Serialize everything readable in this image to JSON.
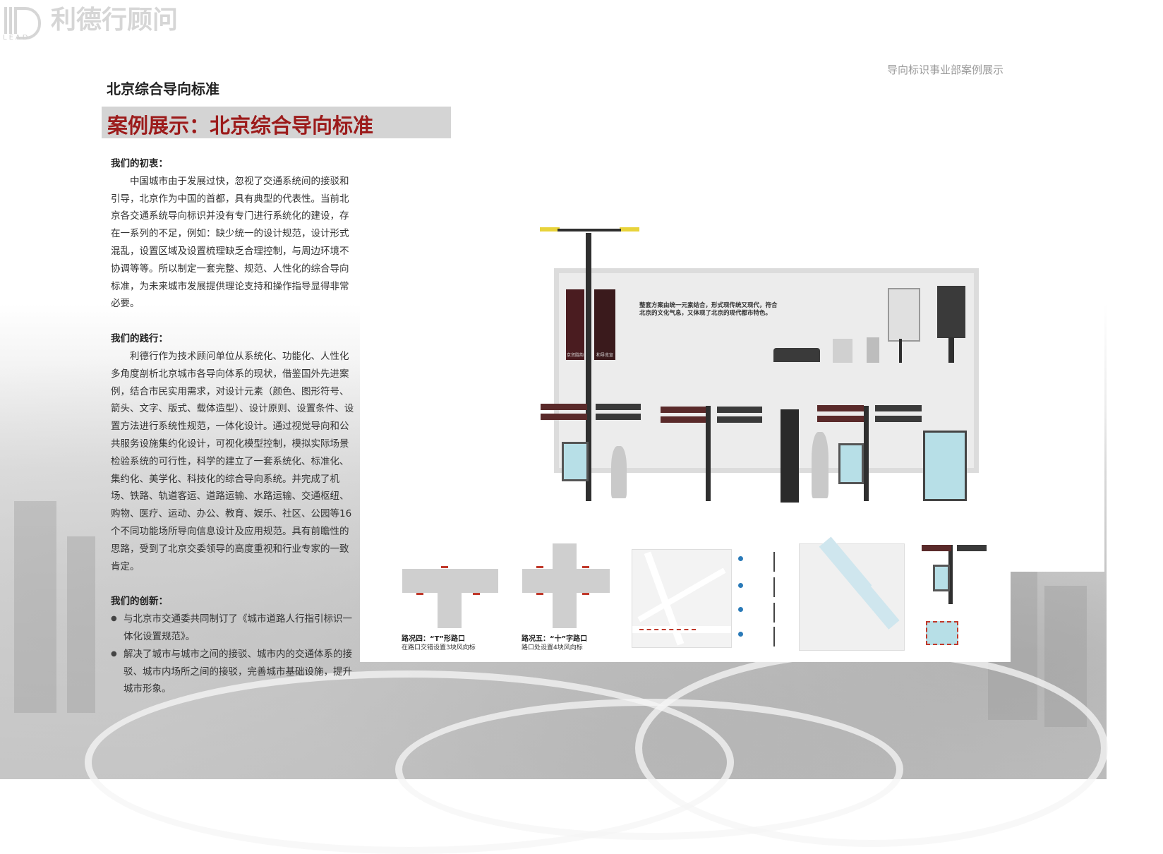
{
  "header": {
    "logo_letters": "LEAD",
    "logo_text": "利德行顾问",
    "section_label": "导向标识事业部案例展示"
  },
  "page_title": "北京综合导向标准",
  "banner_title": "案例展示：北京综合导向标准",
  "sections": {
    "intent": {
      "title": "我们的初衷：",
      "body": "中国城市由于发展过快，忽视了交通系统间的接驳和引导，北京作为中国的首都，具有典型的代表性。当前北京各交通系统导向标识并没有专门进行系统化的建设，存在一系列的不足，例如：缺少统一的设计规范，设计形式混乱，设置区域及设置梳理缺乏合理控制，与周边环境不协调等等。所以制定一套完整、规范、人性化的综合导向标准，为未来城市发展提供理论支持和操作指导显得非常必要。"
    },
    "practice": {
      "title": "我们的践行：",
      "body": "利德行作为技术顾问单位从系统化、功能化、人性化多角度剖析北京城市各导向体系的现状，借鉴国外先进案例，结合市民实用需求，对设计元素（颜色、图形符号、箭头、文字、版式、载体造型）、设计原则、设置条件、设置方法进行系统性规范，一体化设计。通过视觉导向和公共服务设施集约化设计，可视化模型控制，模拟实际场景检验系统的可行性，科学的建立了一套系统化、标准化、集约化、美学化、科技化的综合导向系统。并完成了机场、铁路、轨道客运、道路运输、水路运输、交通枢纽、购物、医疗、运动、办公、教育、娱乐、社区、公园等16个不同功能场所导向信息设计及应用规范。具有前瞻性的思路，受到了北京交委领导的高度重视和行业专家的一致肯定。"
    },
    "innovation": {
      "title": "我们的创新：",
      "bullets": [
        "与北京市交通委共同制订了《城市道路人行指引标识一体化设置规范》。",
        "解决了城市与城市之间的接驳、城市内的交通体系的接驳、城市内场所之间的接驳，完善城市基础设施，提升城市形象。"
      ]
    }
  },
  "showcase": {
    "wall_caption_line1": "整套方案由统一元素结合，形式现传统又现代，符合",
    "wall_caption_line2": "北京的文化气息，又体现了北京的现代都市特色。",
    "banner_labels": [
      "京贸胜韵",
      "和导览宣"
    ]
  },
  "diagrams": {
    "case4_title": "路况四：“T”形路口",
    "case4_sub": "在路口交错设置3块风向标",
    "case5_title": "路况五：“十”字路口",
    "case5_sub": "路口处设置4块风向标"
  },
  "colors": {
    "accent_red": "#9c1b1b",
    "banner_bg": "#d4d4d4"
  }
}
